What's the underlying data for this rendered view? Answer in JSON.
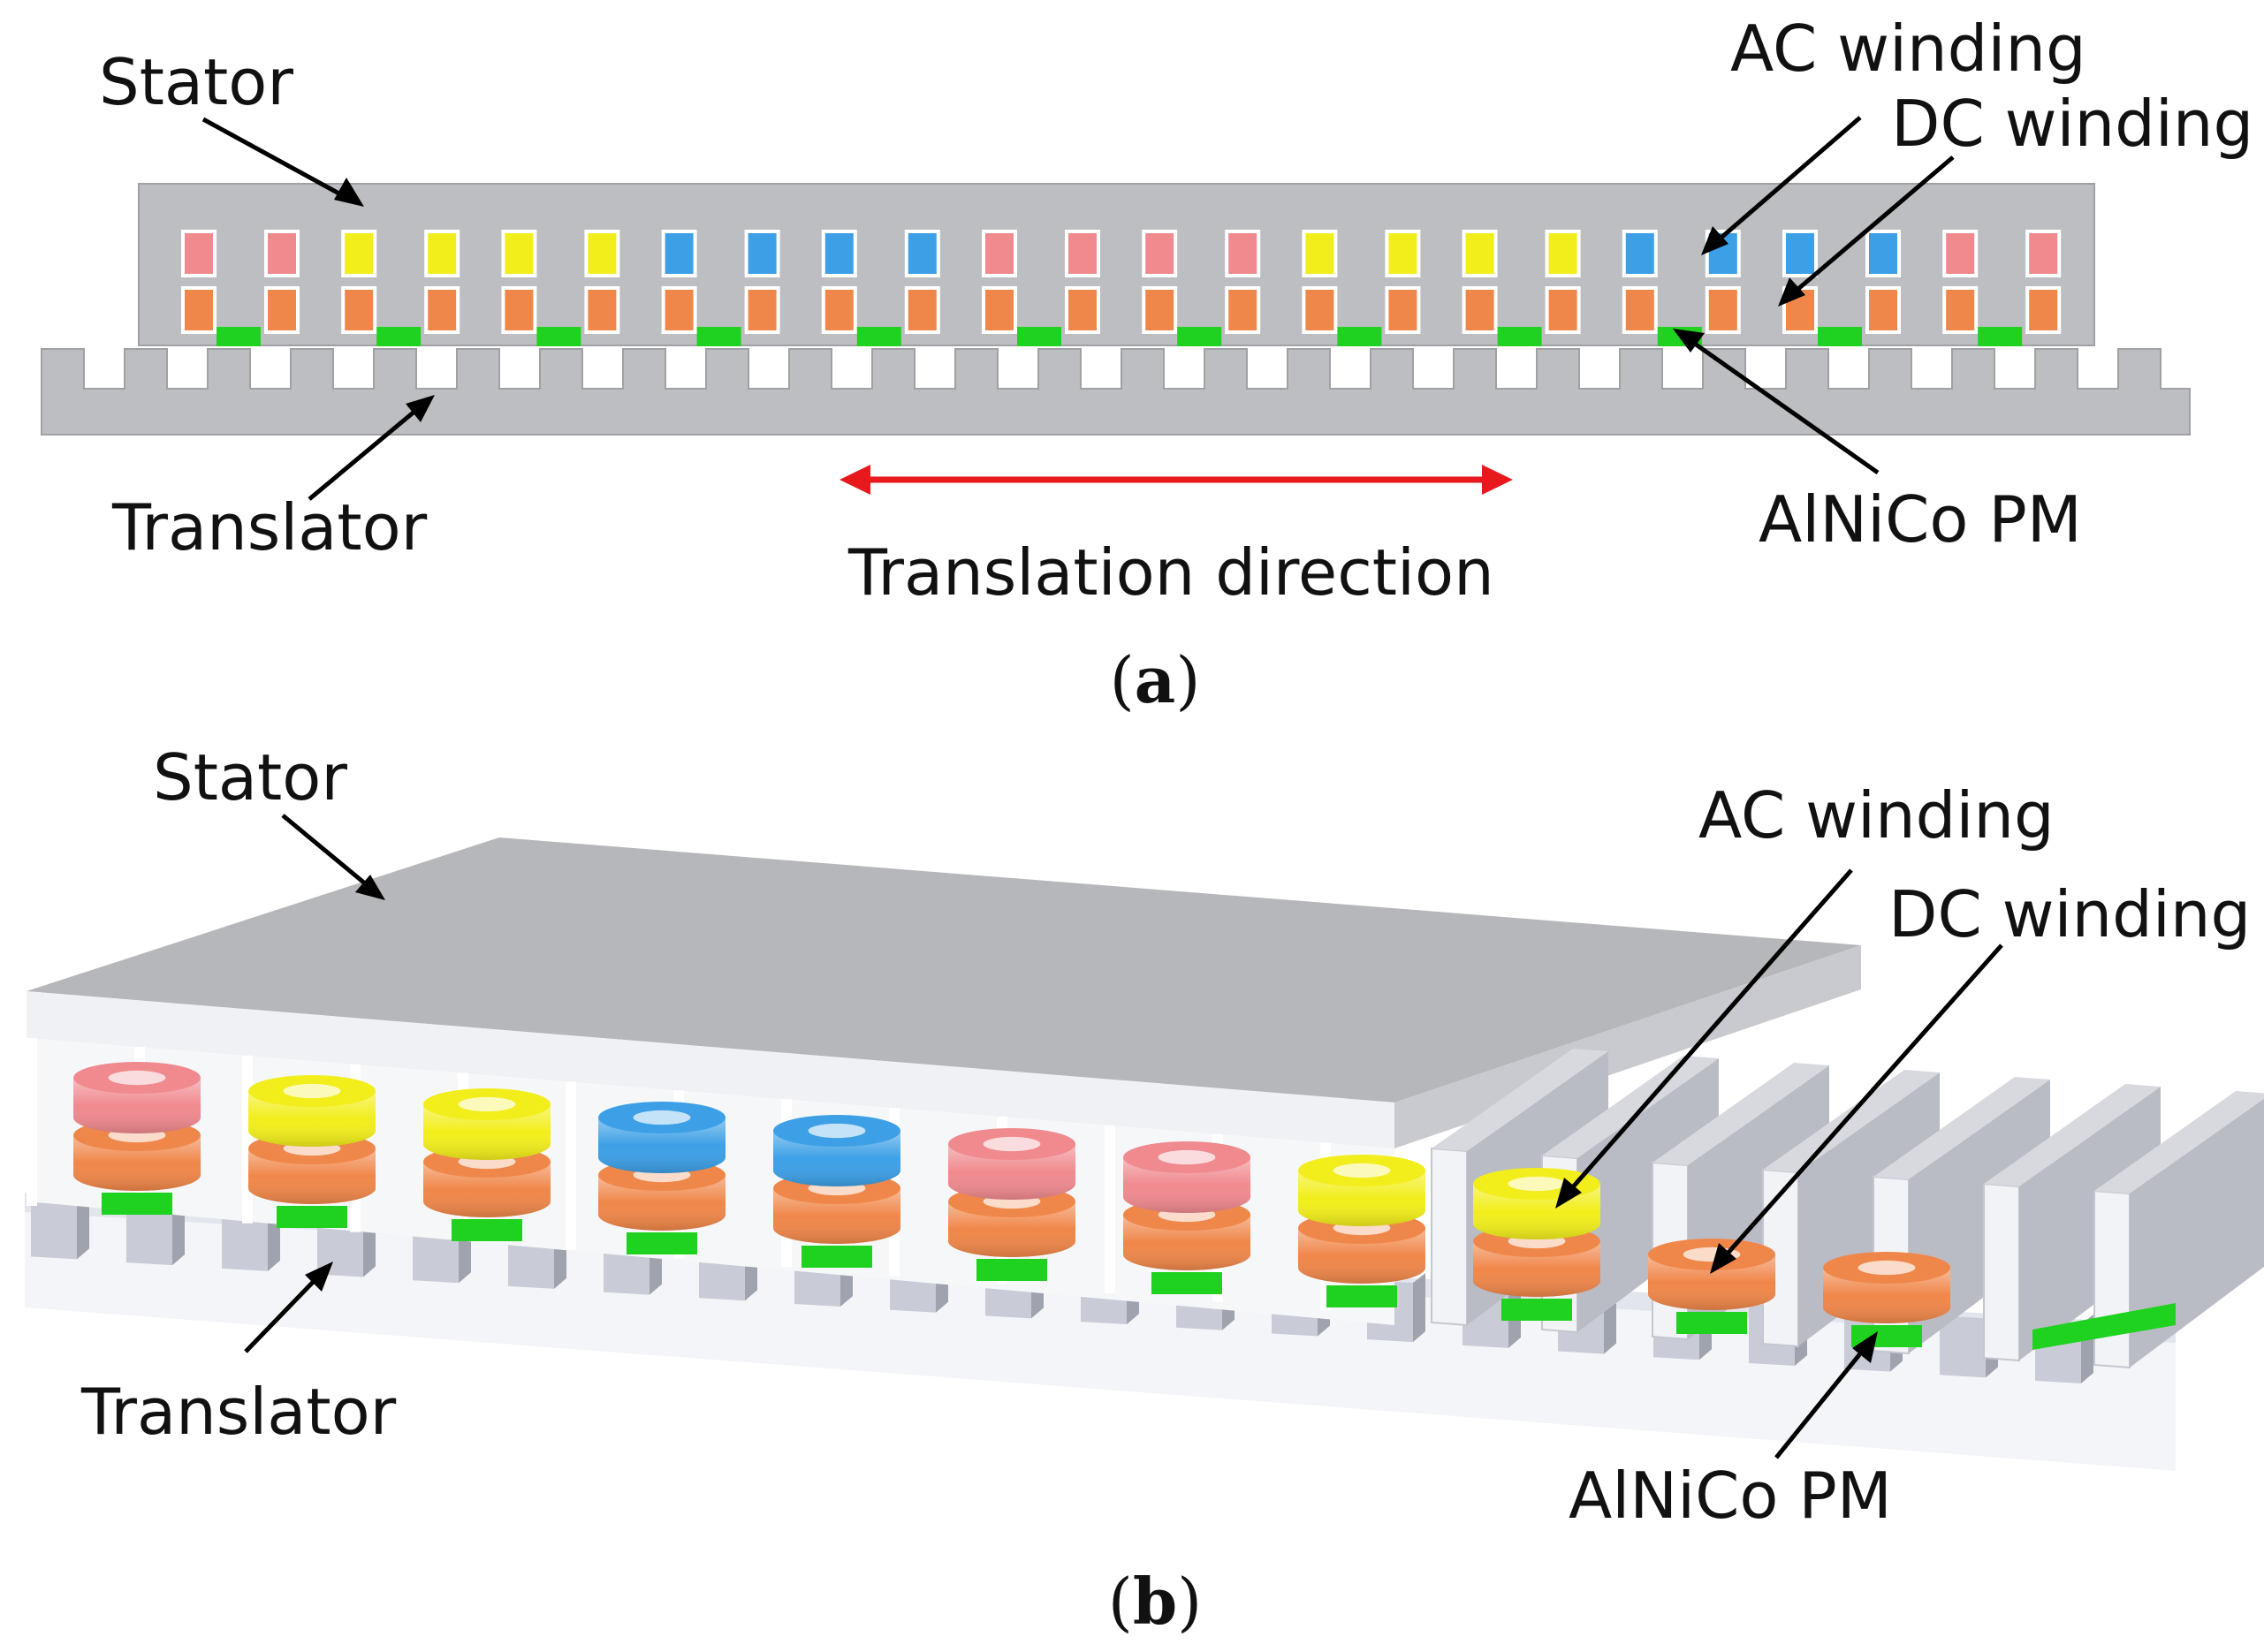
{
  "panel_a": {
    "label_stator": "Stator",
    "label_ac_winding": "AC winding",
    "label_dc_winding": "DC winding",
    "label_translator": "Translator",
    "label_pm": "AlNiCo PM",
    "label_direction": "Translation direction",
    "caption_open": "(",
    "caption_letter": "a",
    "caption_close": ")",
    "ac_phase_sequence": [
      "pink",
      "pink",
      "yellow",
      "yellow",
      "yellow",
      "yellow",
      "blue",
      "blue",
      "blue",
      "blue",
      "pink",
      "pink",
      "pink",
      "pink",
      "yellow",
      "yellow",
      "yellow",
      "yellow",
      "blue",
      "blue",
      "blue",
      "blue",
      "pink",
      "pink"
    ]
  },
  "panel_b": {
    "label_stator": "Stator",
    "label_ac_winding": "AC winding",
    "label_dc_winding": "DC winding",
    "label_translator": "Translator",
    "label_pm": "AlNiCo PM",
    "caption_open": "(",
    "caption_letter": "b",
    "caption_close": ")",
    "coil_sequence": [
      "pink",
      "yellow",
      "yellow",
      "blue",
      "blue",
      "pink",
      "pink",
      "yellow",
      "yellow",
      "none",
      "none"
    ]
  },
  "colors": {
    "iron": "#bdbec1",
    "iron_dark": "#a9abae",
    "iron_light": "#d8dbe2",
    "pink": "#f08a8f",
    "yellow": "#f2ee1c",
    "blue": "#3da0e6",
    "dc": "#f0874a",
    "pm": "#1fd21f",
    "arrow_red": "#e8191c"
  }
}
